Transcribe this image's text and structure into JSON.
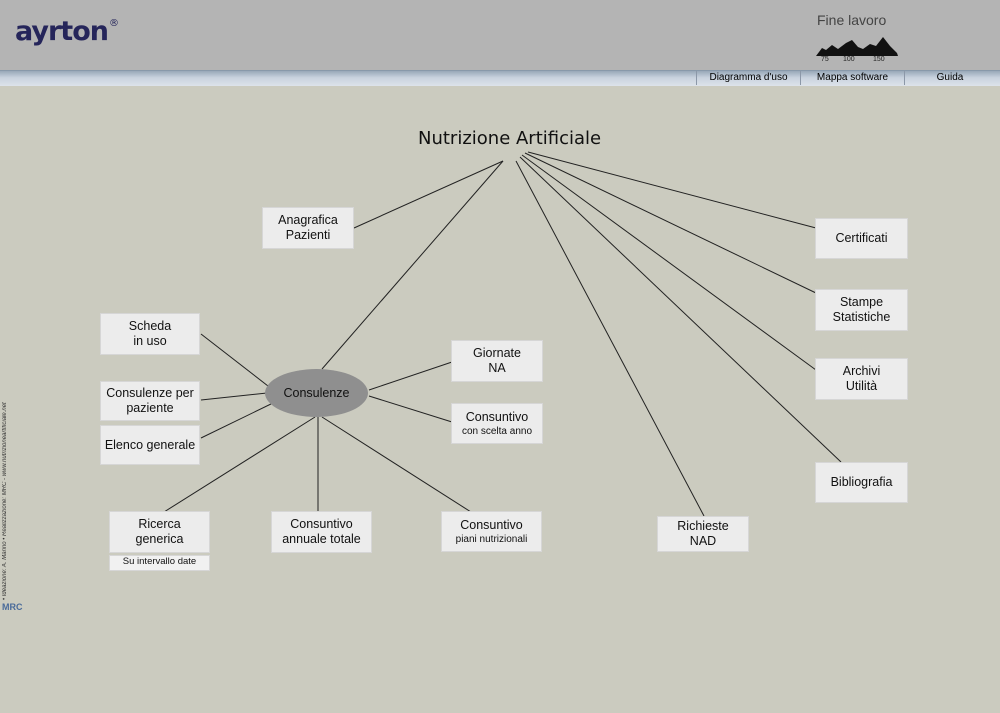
{
  "header": {
    "logo": "ayrton",
    "logo_mark": "®",
    "fine_lavoro": "Fine lavoro",
    "zoom_ticks": [
      "75",
      "100",
      "150"
    ]
  },
  "nav": [
    {
      "label": "Diagramma d'uso"
    },
    {
      "label": "Mappa software"
    },
    {
      "label": "Guida"
    }
  ],
  "map": {
    "title": "Nutrizione Artificiale",
    "anagrafica": [
      "Anagrafica",
      "Pazienti"
    ],
    "certificati": "Certificati",
    "stampe": [
      "Stampe",
      "Statistiche"
    ],
    "archivi": [
      "Archivi",
      "Utilità"
    ],
    "bibliografia": "Bibliografia",
    "richieste": [
      "Richieste",
      "NAD"
    ],
    "consulenze": "Consulenze",
    "scheda": [
      "Scheda",
      "in uso"
    ],
    "consulenze_paziente": [
      "Consulenze per",
      "paziente"
    ],
    "elenco": "Elenco generale",
    "giornate": [
      "Giornate",
      "NA"
    ],
    "consuntivo_anno": [
      "Consuntivo",
      "con scelta anno"
    ],
    "ricerca": [
      "Ricerca",
      "generica"
    ],
    "ricerca_sub": "Su intervallo date",
    "consuntivo_annuale": [
      "Consuntivo",
      "annuale totale"
    ],
    "consuntivo_piani": [
      "Consuntivo",
      "piani nutrizionali"
    ]
  },
  "sidebar": {
    "credits": "• Ideazione: A. Marino  • Realizzazione: MRC - www.nutrizioneartificiale.net",
    "mrc_logo": "MRC"
  },
  "colors": {
    "background": "#cbcbbf",
    "header": "#b4b4b4",
    "logo": "#25255a",
    "box": "#ececec",
    "node": "#8f8f8f"
  }
}
